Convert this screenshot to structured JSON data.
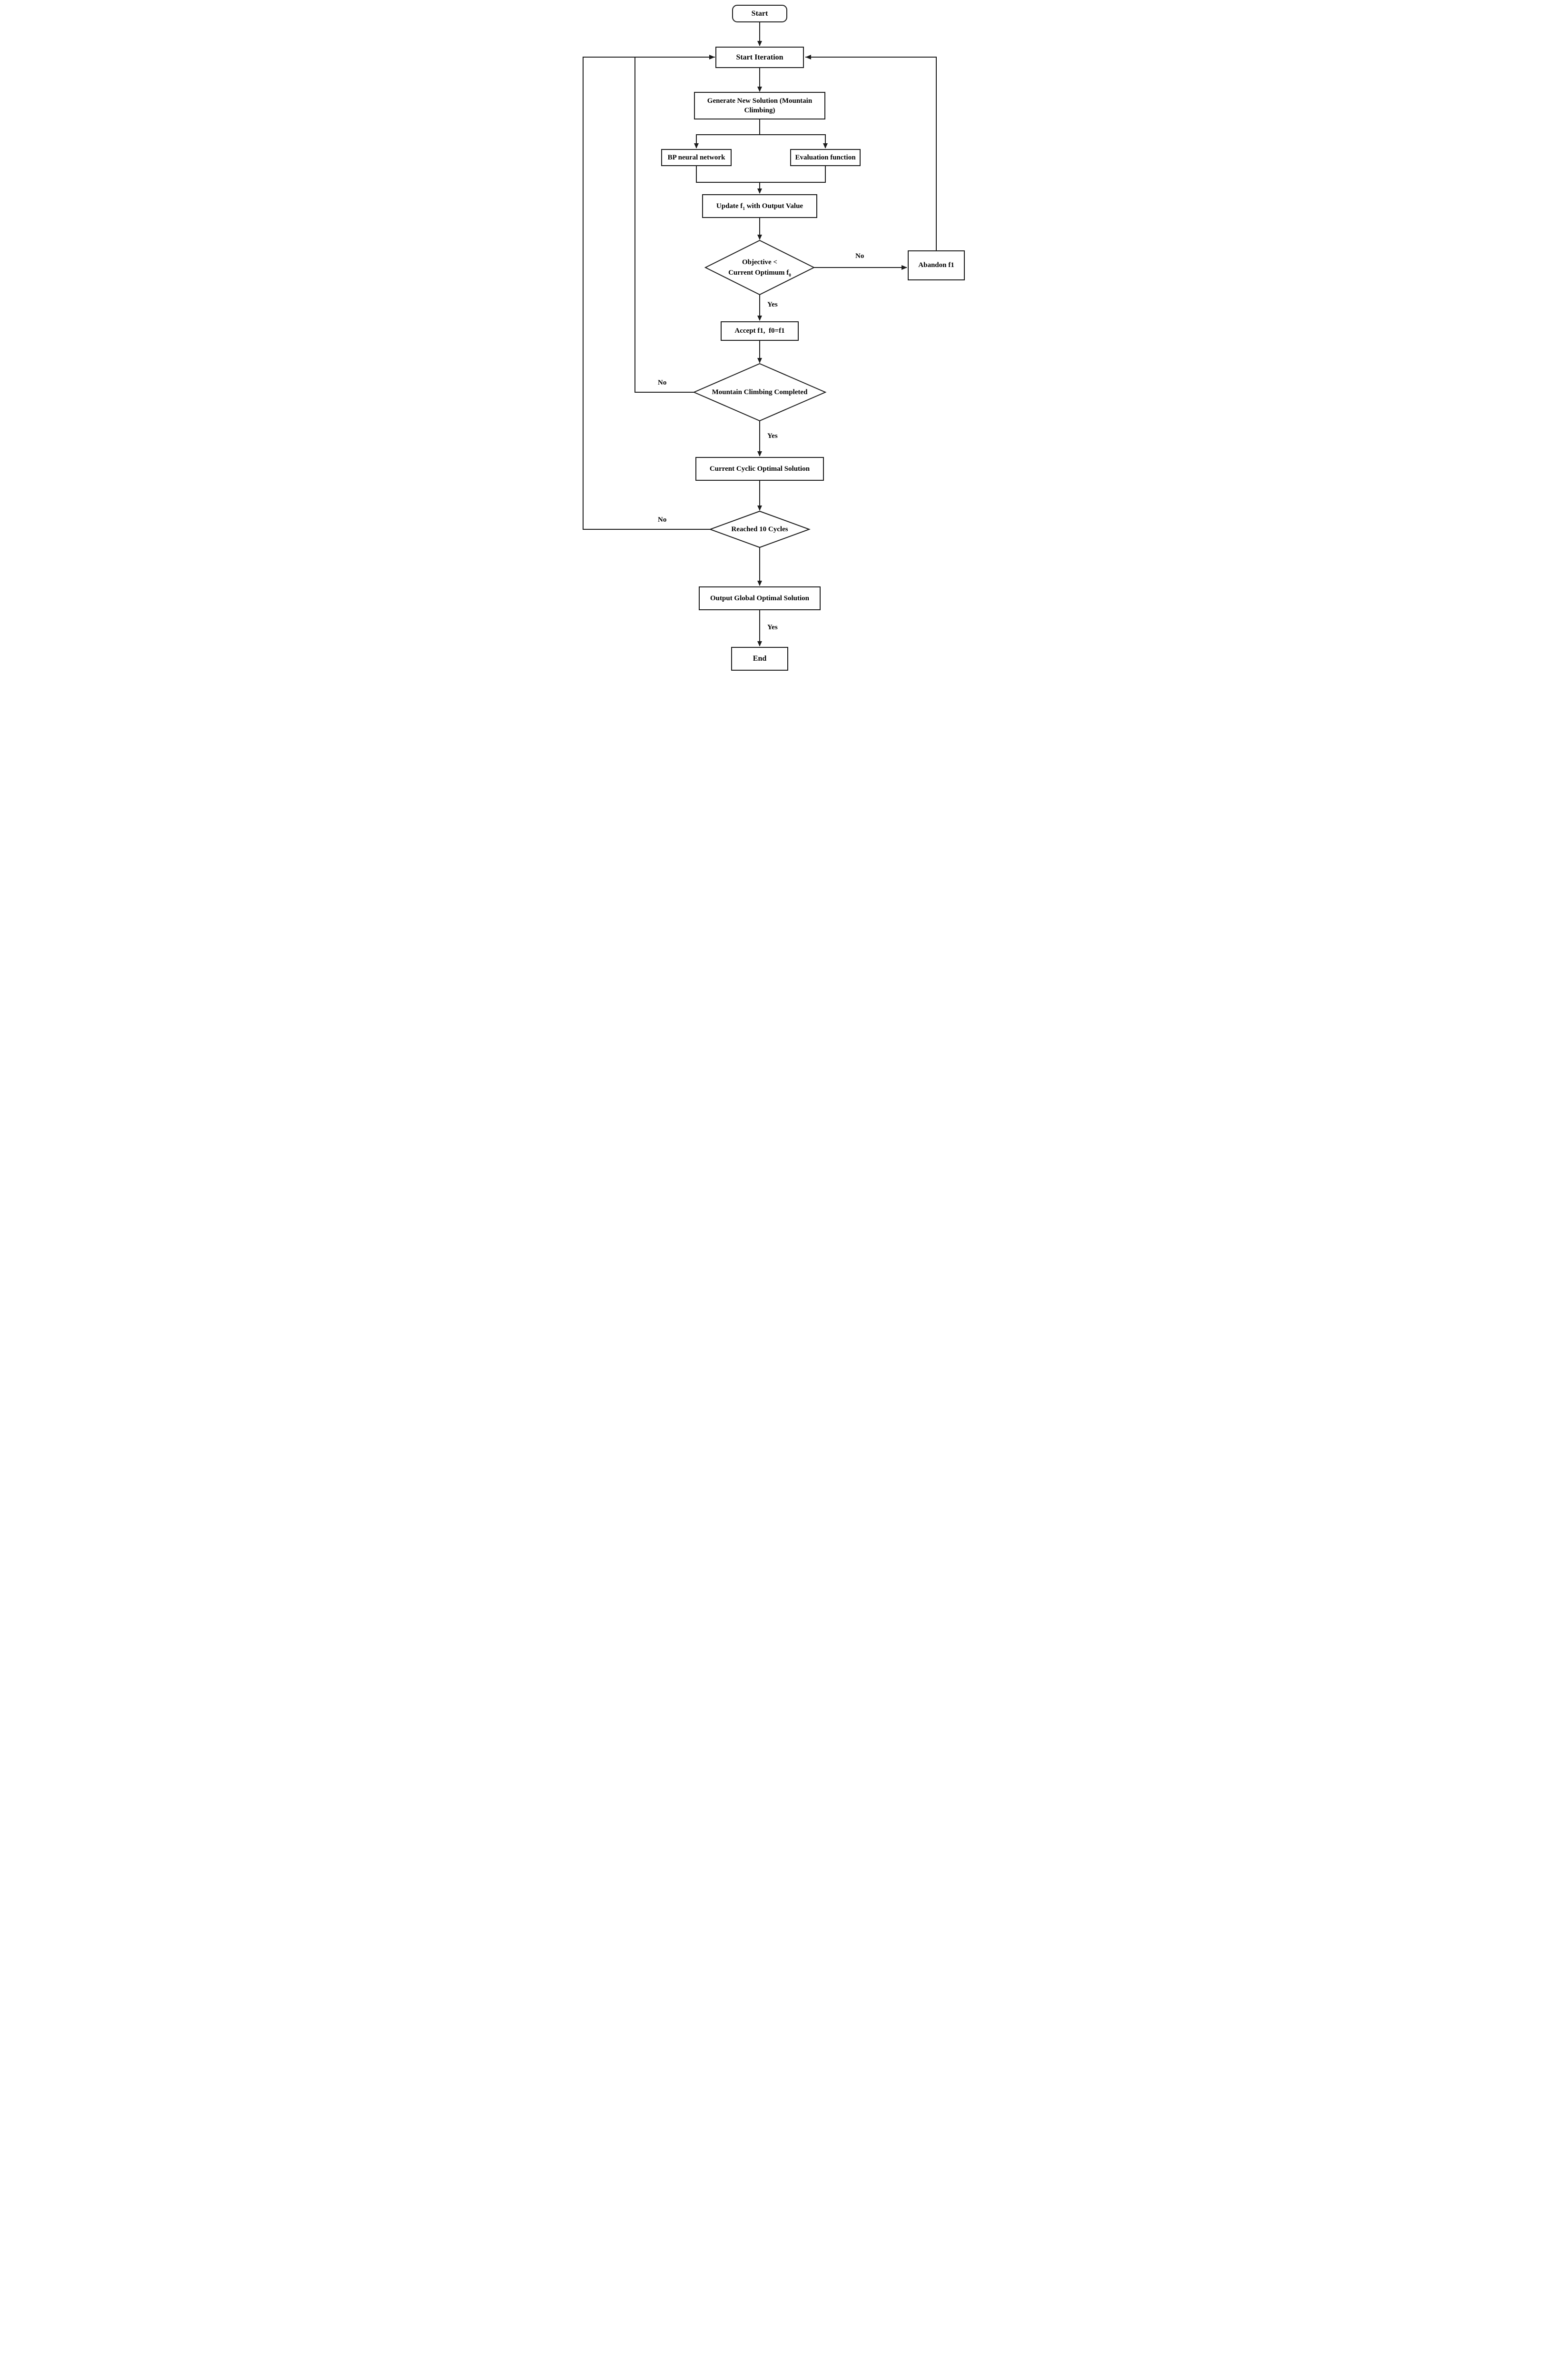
{
  "diagram": {
    "title": "Mountain climbing optimization flowchart",
    "nodes": {
      "start": {
        "label": "Start"
      },
      "start_iteration": {
        "label": "Start Iteration"
      },
      "generate": {
        "label": "Generate New Solution (Mountain Climbing)"
      },
      "bp": {
        "label": "BP neural network"
      },
      "evaluation": {
        "label": "Evaluation function"
      },
      "update": {
        "pre": "Update f",
        "sub": "1",
        "post": " with Output Value"
      },
      "objective": {
        "line1": "Objective <",
        "line2_pre": "Current Optimum f",
        "line2_sub": "0"
      },
      "abandon": {
        "label": "Abandon f1"
      },
      "accept": {
        "label": "Accept f1,  f0=f1"
      },
      "mountain": {
        "label": "Mountain Climbing Completed"
      },
      "current": {
        "label": "Current Cyclic Optimal Solution"
      },
      "reached": {
        "label": "Reached 10 Cycles"
      },
      "output": {
        "label": "Output Global Optimal Solution"
      },
      "end": {
        "label": "End"
      }
    },
    "edge_labels": {
      "no_abandon": "No",
      "yes_accept": "Yes",
      "no_mountain": "No",
      "yes_current": "Yes",
      "no_reached": "No",
      "yes_end": "Yes"
    },
    "colors": {
      "line": "#1c1c1c",
      "node_bg": "#ffffff",
      "text": "#000000"
    }
  }
}
